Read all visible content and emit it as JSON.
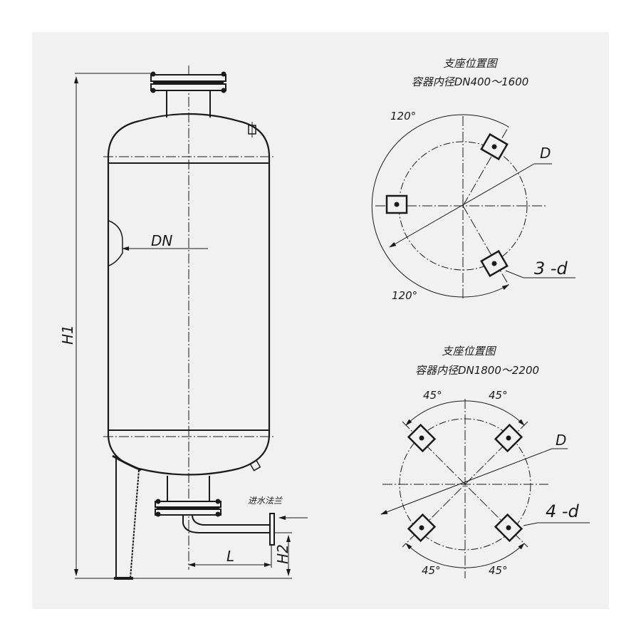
{
  "main_view": {
    "diameter_label": "DN",
    "height_label": "H1",
    "inlet_height_label": "H2",
    "inlet_offset_label": "L",
    "inlet_flange_label": "进水法兰"
  },
  "support_view_small": {
    "title": "支座位置图",
    "subtitle": "容器内径DN400～1600",
    "angle_top": "120°",
    "angle_bottom": "120°",
    "diameter_label": "D",
    "hole_label": "3 -d"
  },
  "support_view_large": {
    "title": "支座位置图",
    "subtitle": "容器内径DN1800～2200",
    "angle_top_left": "45°",
    "angle_top_right": "45°",
    "angle_bottom_left": "45°",
    "angle_bottom_right": "45°",
    "diameter_label": "D",
    "hole_label": "4 -d"
  },
  "colors": {
    "line": "#1a1a1a",
    "paper": "#f1f1f1"
  }
}
